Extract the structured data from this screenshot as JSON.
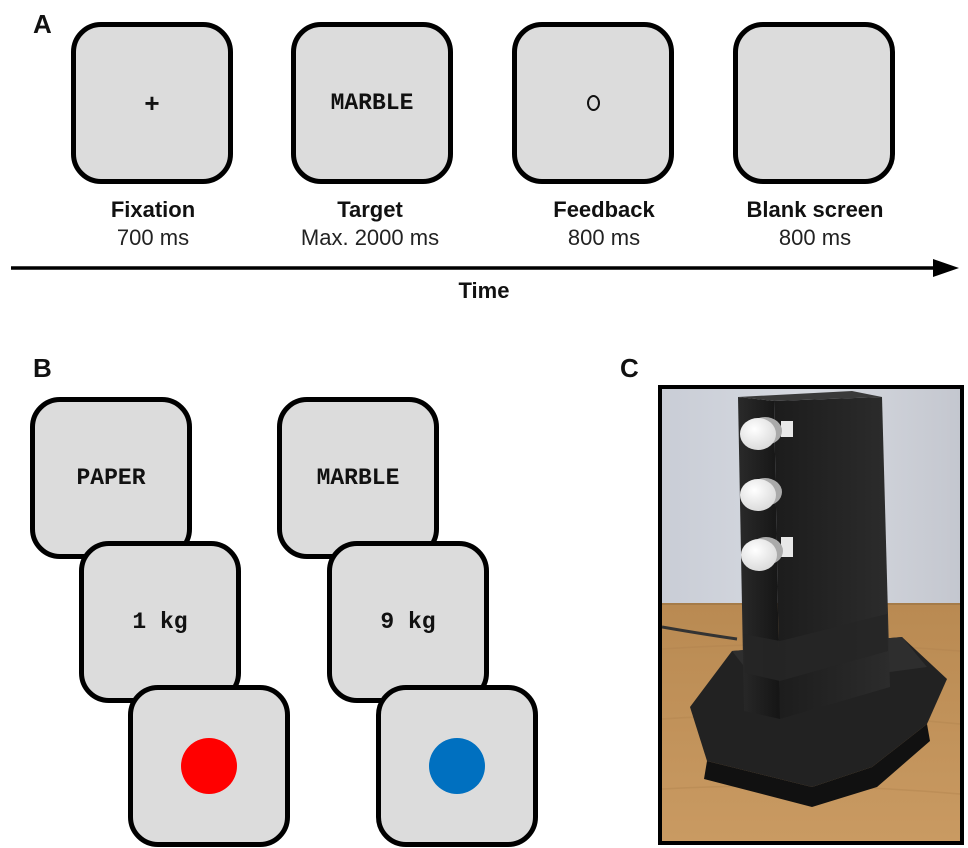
{
  "panels": {
    "a": "A",
    "b": "B",
    "c": "C"
  },
  "panel_a": {
    "stages": [
      {
        "screen": "+",
        "name": "Fixation",
        "duration": "700 ms"
      },
      {
        "screen": "MARBLE",
        "name": "Target",
        "duration": "Max. 2000 ms"
      },
      {
        "screen": "O",
        "name": "Feedback",
        "duration": "800 ms"
      },
      {
        "screen": "",
        "name": "Blank screen",
        "duration": "800 ms"
      }
    ],
    "axis_label": "Time"
  },
  "panel_b": {
    "sequences": [
      {
        "word": "PAPER",
        "weight": "1 kg",
        "dot_color": "#ff0000"
      },
      {
        "word": "MARBLE",
        "weight": "9 kg",
        "dot_color": "#0070c0"
      }
    ]
  },
  "colors": {
    "screen_fill": "#dcdcdc",
    "red_dot": "#ff0000",
    "blue_dot": "#0070c0"
  }
}
